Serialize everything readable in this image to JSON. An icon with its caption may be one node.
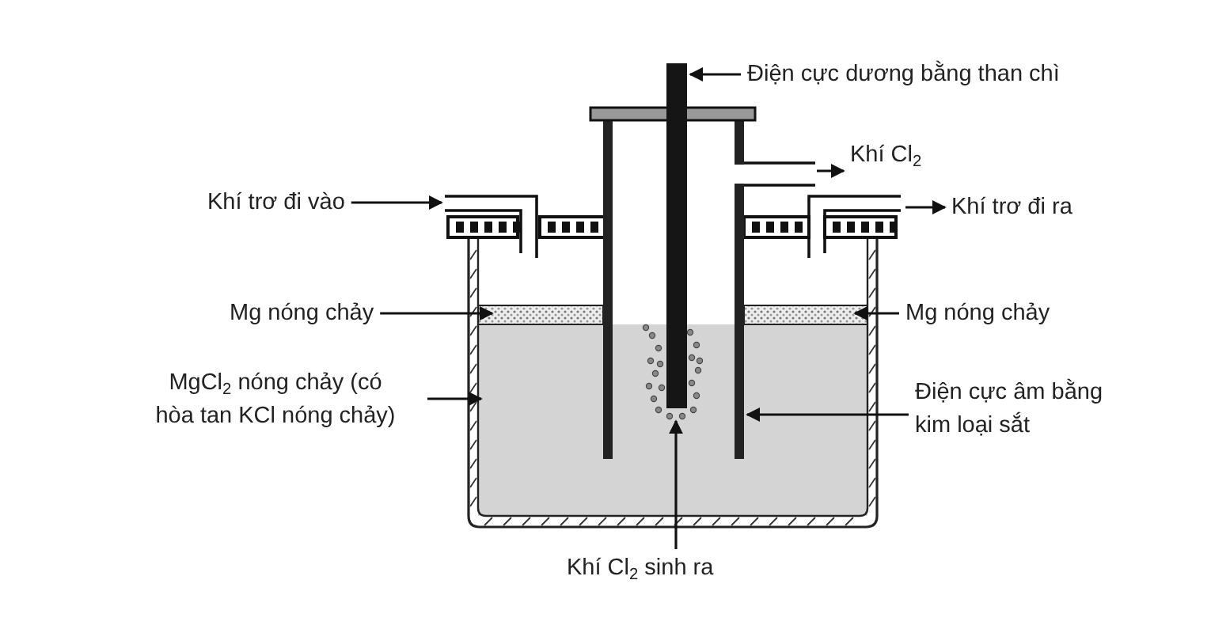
{
  "diagram": {
    "nodes": [
      {
        "text": [
          "Điện cực dương bằng than chì"
        ]
      },
      {
        "text": [
          "Khí trơ đi vào"
        ]
      },
      {
        "text": [
          "Khí Cl$_{2}$"
        ]
      },
      {
        "text": [
          "Khí trơ đi ra"
        ]
      },
      {
        "text": [
          "Mg nóng chảy"
        ]
      },
      {
        "text": [
          "Mg nóng chảy"
        ]
      },
      {
        "text": [
          "MgCl$_{2}$ nóng chảy (có hòa tan KCl nóng chảy)"
        ]
      },
      {
        "text": [
          "Điện cực âm bằng kim loại sắt"
        ]
      },
      {
        "text": [
          "Khí Cl$_{2}$ sinh ra"
        ]
      }
    ],
    "edges": [
      {
        "from": 0,
        "to": null,
        "arrow": "to"
      },
      {
        "from": 1,
        "to": null,
        "arrow": "to"
      },
      {
        "from": null,
        "to": 2,
        "arrow": "to"
      },
      {
        "from": null,
        "to": 3,
        "arrow": "to"
      },
      {
        "from": 4,
        "to": null,
        "arrow": "to"
      },
      {
        "from": 5,
        "to": null,
        "arrow": "to"
      },
      {
        "from": 6,
        "to": null,
        "arrow": "to"
      },
      {
        "from": 7,
        "to": null,
        "arrow": "to"
      },
      {
        "from": 8,
        "to": null,
        "arrow": "to"
      }
    ]
  }
}
